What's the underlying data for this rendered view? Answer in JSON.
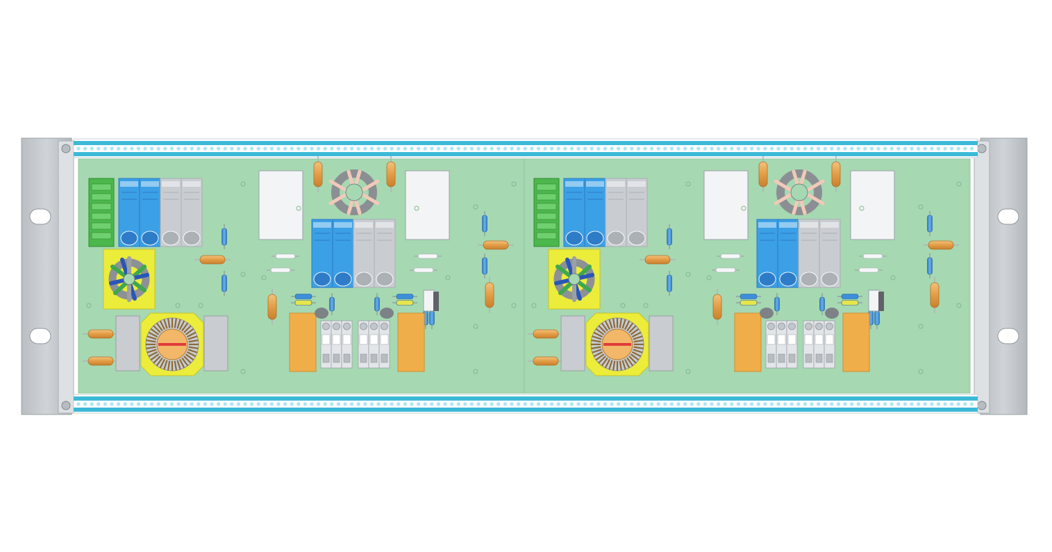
{
  "title": "",
  "colors": {
    "background": "#ffffff",
    "rack_ear": "#c3c8cc",
    "rack_ear_edge": "#9aa1a6",
    "rail": "#3cb9d6",
    "rail_dot": "#aee6f3",
    "pcb": "#a6d8b2",
    "pcb_edge": "#8cc79c",
    "terminal_blue": "#3ba0e6",
    "terminal_blue_dark": "#2d79c4",
    "terminal_grey": "#c9cdd1",
    "terminal_green": "#4cb74c",
    "capacitor_white": "#f3f4f5",
    "resistor_tan": "#e7a14a",
    "resistor_blue": "#3d8fd9",
    "relay_orange": "#f0ae4b",
    "choke_yellow": "#ecec3a",
    "toroid_grey": "#8b8f93",
    "copper": "#d9b17a"
  },
  "icons": {
    "mounting_slot": "mounting-slot-icon",
    "screw": "screw-icon",
    "toroid": "toroid-icon",
    "terminal_block": "terminal-block-icon",
    "relay": "relay-icon",
    "resistor": "resistor-icon",
    "capacitor": "capacitor-icon",
    "common_mode_choke": "choke-icon"
  },
  "layout_meta": {
    "modules": 2,
    "rails": 2,
    "mounting_slots_per_ear": 2
  }
}
